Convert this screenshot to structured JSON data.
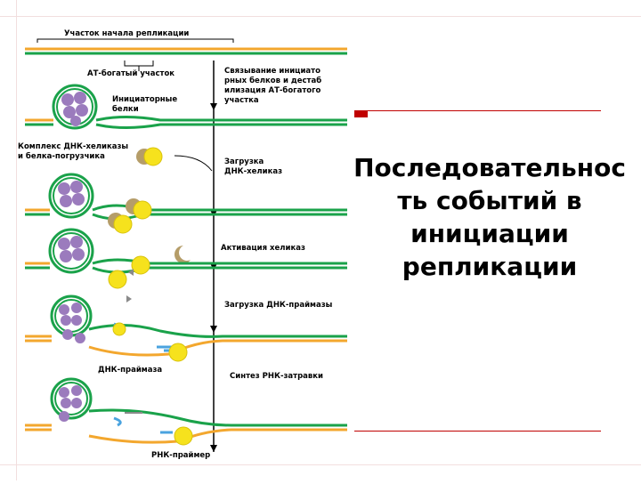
{
  "slide": {
    "title": "Последовательнос ть событий в инициации репликации"
  },
  "diagram": {
    "origin_label": "Участок начала репликации",
    "at_label": "АТ-богатый участок",
    "initiator_label": "Инициаторные белки",
    "complex_label_1": "Комплекс ДНК-хеликазы",
    "complex_label_2": "и белка-погрузчика",
    "step1_1": "Связывание инициато",
    "step1_2": "рных белков и дестаб",
    "step1_3": "илизация АТ-богатого",
    "step1_4": "участка",
    "step2_1": "Загрузка",
    "step2_2": "ДНК-хеликаз",
    "step3": "Активация хеликаз",
    "step4": "Загрузка ДНК-праймазы",
    "primase_label": "ДНК-праймаза",
    "step5": "Синтез РНК-затравки",
    "primer_label": "РНК-праймер"
  },
  "colors": {
    "dna_green": "#1aa24a",
    "dna_orange": "#f3a72e",
    "initiator_purple": "#9b7bbd",
    "helicase_yellow": "#f6e21d",
    "loader_tan": "#b59d69",
    "primase_blue": "#4aa3df",
    "accent_red": "#c00000"
  }
}
